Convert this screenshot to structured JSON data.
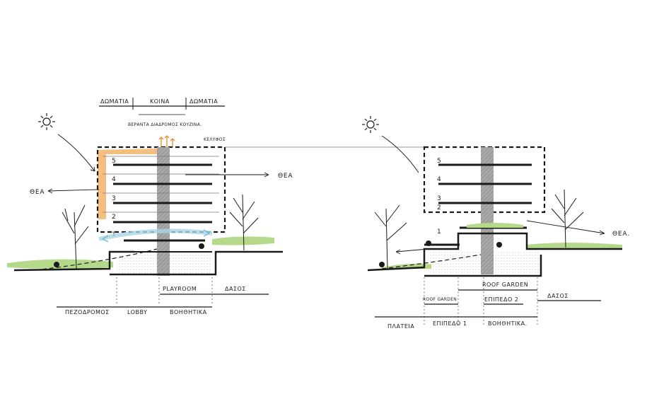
{
  "left": {
    "top_labels": [
      "ΔΩΜΑΤΙΑ",
      "ΚΟΙΝΑ",
      "ΔΩΜΑΤΙΑ"
    ],
    "sub_label": "ΒΕΡΑΝΤΑ ΔΙΑΔΡΟΜΟΣ ΚΟΥΖΙΝΑ.",
    "corner_label": "ΚΕΛΥΦΟΣ",
    "floors": [
      "5",
      "4",
      "3",
      "2",
      "1"
    ],
    "view_right": "ΘΕΑ",
    "view_left": "ΘΕΑ",
    "mid_labels": [
      "PLAYROOM",
      "ΔΑΣΟΣ"
    ],
    "bottom_labels": [
      "ΠΕΖΟΔΡΟΜΟΣ",
      "LOBBY",
      "ΒΟΗΘΗΤΙΚΑ"
    ]
  },
  "right": {
    "floors": [
      "5",
      "4",
      "3",
      "2"
    ],
    "floor_marker": "1",
    "view_right": "ΘΕΑ.",
    "mid_labels": [
      "ROOF GARDEN",
      "ΔΑΣΟΣ"
    ],
    "level_labels": [
      "ROOF GARDEN",
      "ΕΠΙΠΕΔΟ 2"
    ],
    "bottom_labels": [
      "ΠΛΑΤΕΙΑ",
      "ΕΠΙΠΕΔΟ 1",
      "ΒΟΗΘΗΤΙΚΑ."
    ]
  },
  "colors": {
    "ink": "#1a1a1a",
    "core": "#a9a9a9",
    "green": "#b5d98a",
    "orange": "#f2b36b",
    "blue": "#a9d6e5"
  }
}
